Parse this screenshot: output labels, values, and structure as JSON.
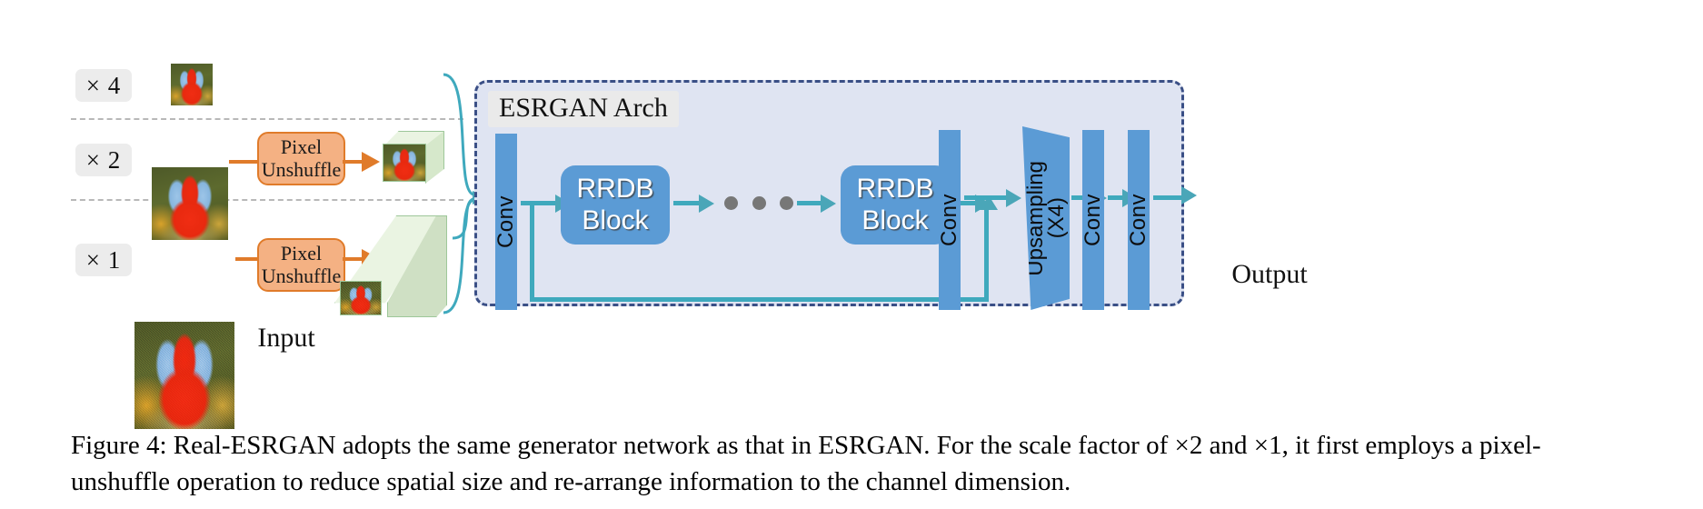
{
  "figure": {
    "caption": "Figure 4: Real-ESRGAN adopts the same generator network as that in ESRGAN. For the scale factor of ×2 and ×1, it first employs a pixel-unshuffle operation to reduce spatial size and re-arrange information to the channel dimension.",
    "input_label": "Input",
    "output_label": "Output"
  },
  "scale_rows": [
    {
      "tag": "× 4",
      "has_pixel_unshuffle": false,
      "pixel_unshuffle": {
        "line1": "",
        "line2": ""
      }
    },
    {
      "tag": "× 2",
      "has_pixel_unshuffle": true,
      "pixel_unshuffle": {
        "line1": "Pixel",
        "line2": "Unshuffle"
      }
    },
    {
      "tag": "× 1",
      "has_pixel_unshuffle": true,
      "pixel_unshuffle": {
        "line1": "Pixel",
        "line2": "Unshuffle"
      }
    }
  ],
  "arch": {
    "title": "ESRGAN Arch",
    "conv_label": "Conv",
    "rrdb": {
      "line1": "RRDB",
      "line2": "Block"
    },
    "upsampling": {
      "line1": "Upsampling",
      "line2": "(X4)"
    },
    "blocks": [
      {
        "name": "conv-in",
        "label": "Conv"
      },
      {
        "name": "rrdb-1",
        "label": "RRDB Block"
      },
      {
        "name": "ellipsis",
        "label": "• • •"
      },
      {
        "name": "rrdb-n",
        "label": "RRDB Block"
      },
      {
        "name": "conv-mid",
        "label": "Conv"
      },
      {
        "name": "upsample",
        "label": "Upsampling (X4)"
      },
      {
        "name": "conv-post",
        "label": "Conv"
      },
      {
        "name": "conv-out",
        "label": "Conv"
      }
    ]
  },
  "colors": {
    "arch_bg": "#dfe4f2",
    "arch_border": "#3a4f86",
    "conv_blue": "#5b9bd5",
    "arrow_teal": "#4aa6b8",
    "pixel_unshuffle_fill": "#f4b183",
    "pixel_unshuffle_border": "#e07b2a",
    "tag_bg": "#ececec",
    "cube_green_face": "#e8f2e0",
    "cube_green_edge": "#9ec79a"
  }
}
